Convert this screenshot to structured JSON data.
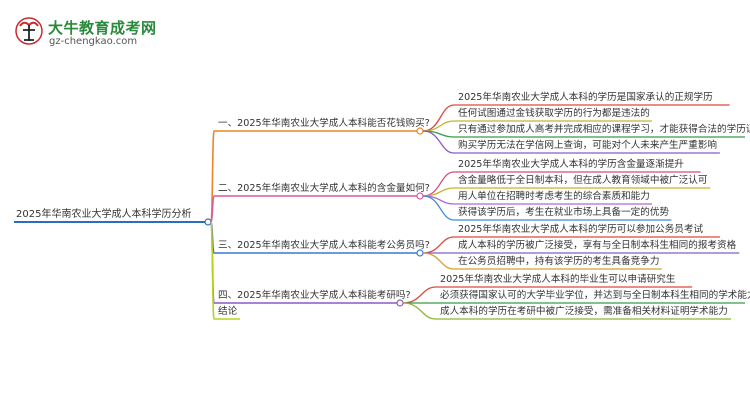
{
  "logo": {
    "title": "大牛教育成考网",
    "url": "gz-chengkao.com",
    "accent": "#2a8a3c"
  },
  "root": {
    "text": "2025年华南农业大学成人本科学历分析",
    "color": "#2b6cc4"
  },
  "branches": [
    {
      "title": "一、2025年华南农业大学成人本科能否花钱购买?",
      "color": "#e8862a",
      "leaves": [
        {
          "text": "2025年华南农业大学成人本科的学历是国家承认的正规学历",
          "color": "#d94a3a"
        },
        {
          "text": "任何试图通过金钱获取学历的行为都是违法的",
          "color": "#c8b42a"
        },
        {
          "text": "只有通过参加成人高考并完成相应的课程学习，才能获得合法的学历证书",
          "color": "#3a9a48"
        },
        {
          "text": "购买学历无法在学信网上查询，可能对个人未来产生严重影响",
          "color": "#8a5ac8"
        }
      ]
    },
    {
      "title": "二、2025年华南农业大学成人本科的含金量如何?",
      "color": "#d85a9a",
      "leaves": [
        {
          "text": "2025年华南农业大学成人本科的学历含金量逐渐提升",
          "color": "#d94a7a"
        },
        {
          "text": "含金量略低于全日制本科，但在成人教育领域中被广泛认可",
          "color": "#c8b42a"
        },
        {
          "text": "用人单位在招聘时考虑考生的综合素质和能力",
          "color": "#b06ad0"
        },
        {
          "text": "获得该学历后，考生在就业市场上具备一定的优势",
          "color": "#3a8ad8"
        }
      ]
    },
    {
      "title": "三、2025年华南农业大学成人本科能考公务员吗?",
      "color": "#3a7ad0",
      "leaves": [
        {
          "text": "2025年华南农业大学成人本科的学历可以参加公务员考试",
          "color": "#d94a3a"
        },
        {
          "text": "成人本科的学历被广泛接受，享有与全日制本科生相同的报考资格",
          "color": "#8a5ac8"
        },
        {
          "text": "在公务员招聘中，持有该学历的考生具备竞争力",
          "color": "#d8a02a"
        }
      ]
    },
    {
      "title": "四、2025年华南农业大学成人本科能考研吗?",
      "color": "#8a5ac8",
      "leaves": [
        {
          "text": "2025年华南农业大学成人本科的毕业生可以申请研究生",
          "color": "#d94a3a"
        },
        {
          "text": "必须获得国家认可的大学毕业学位，并达到与全日制本科生相同的学术能力",
          "color": "#3a9a48"
        },
        {
          "text": "成人本科的学历在考研中被广泛接受，需准备相关材料证明学术能力",
          "color": "#8ab830"
        }
      ]
    },
    {
      "title": "结论",
      "color": "#b8d020",
      "leaves": []
    }
  ]
}
